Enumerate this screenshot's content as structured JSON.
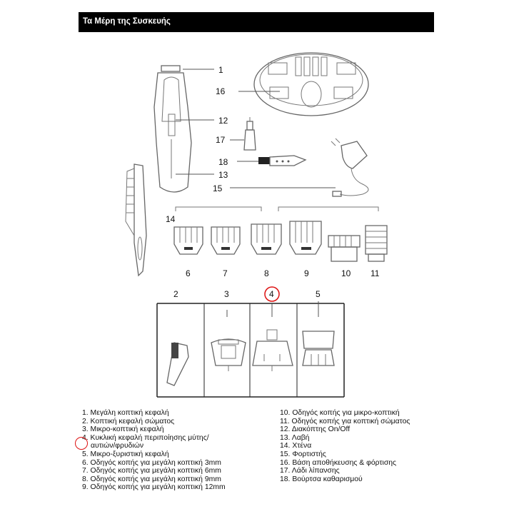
{
  "header": {
    "title": "Τα Μέρη της Συσκευής"
  },
  "callouts": {
    "c1": "1",
    "c2": "2",
    "c3": "3",
    "c4": "4",
    "c5": "5",
    "c6": "6",
    "c7": "7",
    "c8": "8",
    "c9": "9",
    "c10": "10",
    "c11": "11",
    "c12": "12",
    "c13": "13",
    "c14": "14",
    "c15": "15",
    "c16": "16",
    "c17": "17",
    "c18": "18"
  },
  "legend_left": [
    "1. Μεγάλη κοπτική κεφαλή",
    "2. Κοπτική κεφαλή σώματος",
    "3. Μικρο-κοπτική κεφαλή",
    "4. Κυκλική κεφαλή περιποίησης μύτης/",
    "αυτιών/φρυδιών",
    "5. Μικρο-ξυριστική κεφαλή",
    "6. Οδηγός κοπής για μεγάλη κοπτική 3mm",
    "7. Οδηγός κοπής για μεγάλη κοπτική 6mm",
    "8. Οδηγός κοπής για μεγάλη κοπτική 9mm",
    "9. Οδηγός κοπής για μεγάλη κοπτική 12mm"
  ],
  "legend_right": [
    "10. Οδηγός κοπής για μικρο-κοπτική",
    "11. Οδηγός κοπής για κοπτική σώματος",
    "12. Διακόπτης On/Off",
    "13. Λαβή",
    "14. Χτένα",
    "15. Φορτιστής",
    "16. Βάση αποθήκευσης & φόρτισης",
    "17. Λάδι λίπανσης",
    "18. Βούρτσα καθαρισμού"
  ],
  "colors": {
    "highlight": "#dd1111",
    "header_bg": "#000000"
  }
}
